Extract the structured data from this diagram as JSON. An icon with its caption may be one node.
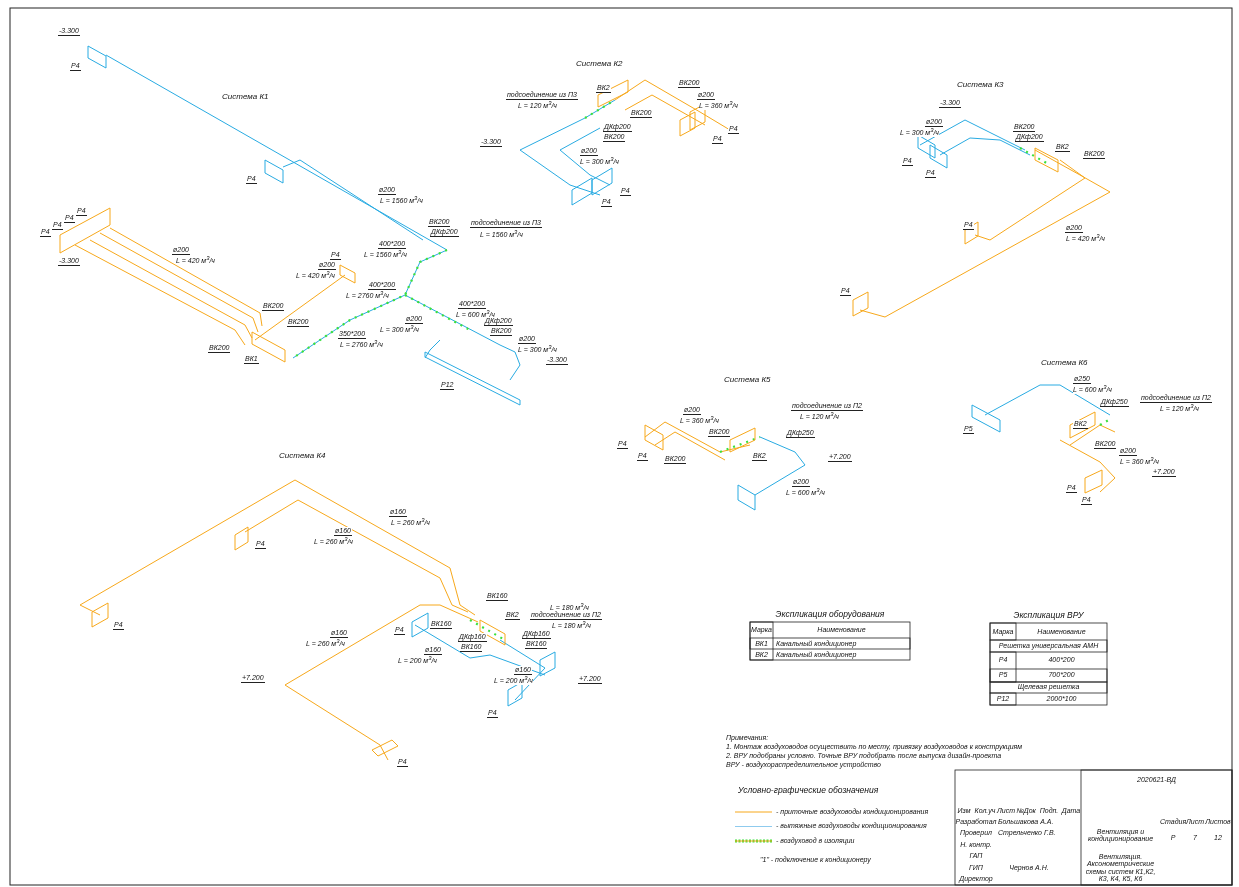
{
  "diagram": {
    "labels": [
      "Система К1",
      "-3.300",
      "Р4",
      "Р4",
      "ø200",
      "L = 1560 м$^{3}$/ч",
      "ВК200",
      "ДКф200",
      "подсоединение из П3",
      "L = 1560 м$^{3}$/ч",
      "400*200",
      "L = 1560 м$^{3}$/ч",
      "-3.300",
      "Р4",
      "Р4",
      "Р4",
      "Р4",
      "ø200",
      "L = 420 м$^{3}$/ч",
      "Р4",
      "ø200",
      "L = 420 м$^{3}$/ч",
      "ВК200",
      "ВК200",
      "ВК200",
      "ВК1",
      "400*200",
      "L = 2760 м$^{3}$/ч",
      "350*200",
      "L = 2760 м$^{3}$/ч",
      "400*200",
      "L = 600 м$^{3}$/ч",
      "ø200",
      "L = 300 м$^{3}$/ч",
      "ДКф200",
      "ВК200",
      "ø200",
      "L = 300 м$^{3}$/ч",
      "-3.300",
      "Р12",
      "Система К2",
      "ВК2",
      "ВК200",
      "ø200",
      "L = 360 м$^{3}$/ч",
      "ВК200",
      "подсоединение из П3",
      "L = 120 м$^{3}$/ч",
      "ДКф200",
      "ВК200",
      "-3.300",
      "ø200",
      "L = 300 м$^{3}$/ч",
      "Р4",
      "Р4",
      "Р4",
      "Р4",
      "Система К3",
      "-3.300",
      "ø200",
      "L = 300 м$^{3}$/ч",
      "ВК200",
      "ДКф200",
      "ВК2",
      "ВК200",
      "Р4",
      "Р4",
      "Р4",
      "ø200",
      "L = 420 м$^{3}$/ч",
      "Р4",
      "Система К4",
      "ø160",
      "L = 260 м$^{3}$/ч",
      "ø160",
      "L = 260 м$^{3}$/ч",
      "Р4",
      "Р4",
      "ВК160",
      "ВК2",
      "ВК160",
      "L = 180 м$^{3}$/ч",
      "подсоединение из П2",
      "L = 180 м$^{3}$/ч",
      "ДКф160",
      "ВК160",
      "ДКф160",
      "ВК160",
      "ø160",
      "L = 260 м$^{3}$/ч",
      "ø160",
      "L = 200 м$^{3}$/ч",
      "Р4",
      "ø160",
      "L = 200 м$^{3}$/ч",
      "+7.200",
      "Р4",
      "Р4",
      "+7.200",
      "Система К5",
      "ø200",
      "L = 360 м$^{3}$/ч",
      "подсоединение из П2",
      "L = 120 м$^{3}$/ч",
      "ВК200",
      "ДКф250",
      "Р4",
      "Р4",
      "ВК200",
      "ВК2",
      "+7.200",
      "ø200",
      "L = 600 м$^{3}$/ч",
      "Система К6",
      "ø250",
      "L = 600 м$^{3}$/ч",
      "ДКф250",
      "подсоединение из П2",
      "L = 120 м$^{3}$/ч",
      "Р5",
      "ВК2",
      "ВК200",
      "ø200",
      "L = 360 м$^{3}$/ч",
      "+7.200",
      "Р4",
      "Р4",
      "Экспликация оборудования",
      "Марка",
      "Наименование",
      "ВК1",
      "Канальный кондиционер",
      "ВК2",
      "Канальный кондиционер",
      "Экспликация ВРУ",
      "Марка",
      "Наименование",
      "Решетка универсальная АМН",
      "Р4",
      "400*200",
      "Р5",
      "700*200",
      "Щелевая решетка",
      "Р12",
      "2000*100",
      "Примечания:",
      "1. Монтаж воздуховодов осуществить по месту, привязку воздуховодов к конструкциям",
      "2. ВРУ подобраны условно. Точные ВРУ подобрать после выпуска дизайн-проекта",
      "ВРУ - воздухораспределительное устройство",
      "Условно-графические обозначения",
      "\"1\" - подключение к кондиционеру",
      "2020621-ВД",
      "Изм",
      "Кол.уч",
      "Лист",
      "№Док",
      "Подп.",
      "Дата",
      "Разработал",
      "Большакова А.А.",
      "Проверил",
      "Стрельченко Г.В.",
      "Н. контр.",
      "ГАП",
      "ГИП",
      "Чернов А.Н.",
      "Директор",
      "Вентиляция и кондиционирование",
      "Стадия",
      "Лист",
      "Листов",
      "Р",
      "7",
      "12",
      "Вентиляция. Аксонометрические схемы систем К1,К2, К3, К4, К5, К6"
    ],
    "legend": [
      {
        "text": "- приточные воздуховоды кондиционирования"
      },
      {
        "text": "- вытяжные воздуховоды кондиционирования"
      },
      {
        "text": "- воздуховод в изоляции"
      }
    ]
  }
}
